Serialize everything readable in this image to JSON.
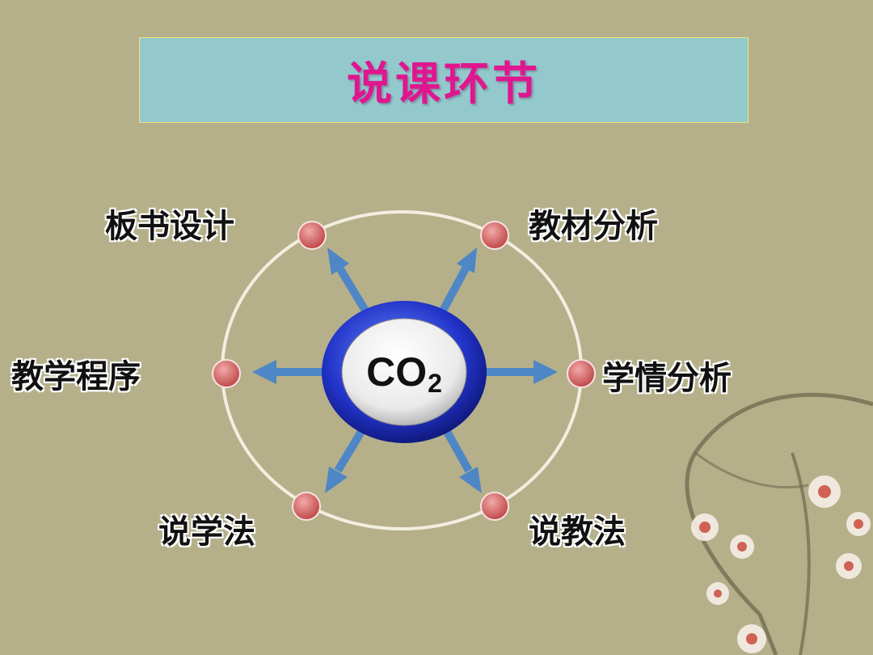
{
  "title": "说课环节",
  "center": {
    "main": "CO",
    "sub": "2"
  },
  "nodes": {
    "top_left": "板书设计",
    "top_right": "教材分析",
    "left": "教学程序",
    "right": "学情分析",
    "bottom_left": "说学法",
    "bottom_right": "说教法"
  },
  "colors": {
    "background": "#b5b08a",
    "title_box": "#93c9cd",
    "title_text": "#e0168f",
    "arrow": "#4f86c6",
    "node_dot": "#d86a6a",
    "hub_ring": "#1f2fb8",
    "orbit_circle": "#f2eee0"
  }
}
